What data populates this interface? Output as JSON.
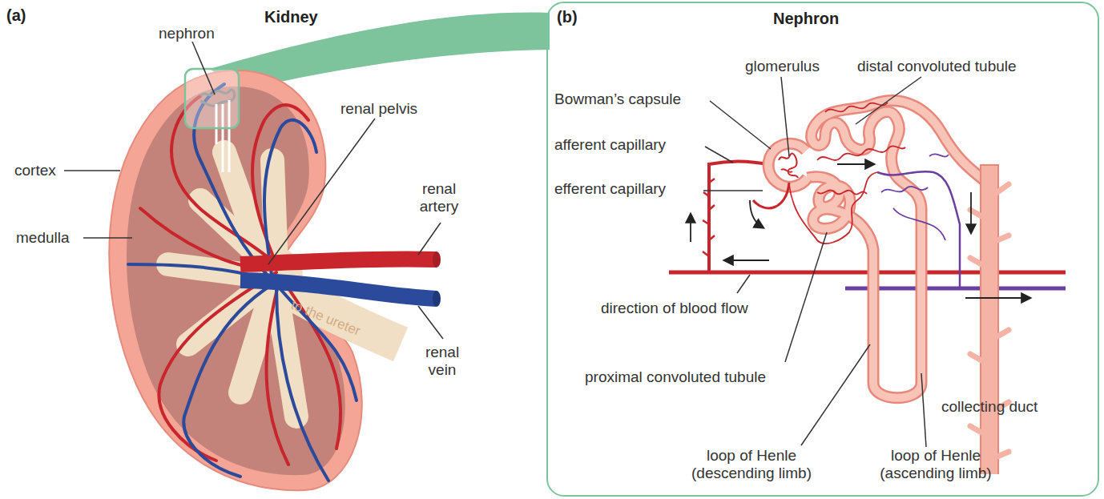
{
  "diagram": {
    "nodes": [
      {
        "text": [
          "(b)",
          "Nephron"
        ]
      }
    ],
    "labels": [
      "(a)",
      "Kidney",
      "nephron",
      "renal pelvis",
      "cortex",
      "renal artery",
      "medulla",
      "to the ureter",
      "renal vein",
      "glomerulus",
      "distal convoluted tubule",
      "Bowman’s capsule",
      "afferent capillary",
      "efferent capillary",
      "direction of blood flow",
      "proximal convoluted tubule",
      "collecting duct",
      "loop of Henle (descending limb)",
      "loop of Henle (ascending limb)"
    ]
  }
}
